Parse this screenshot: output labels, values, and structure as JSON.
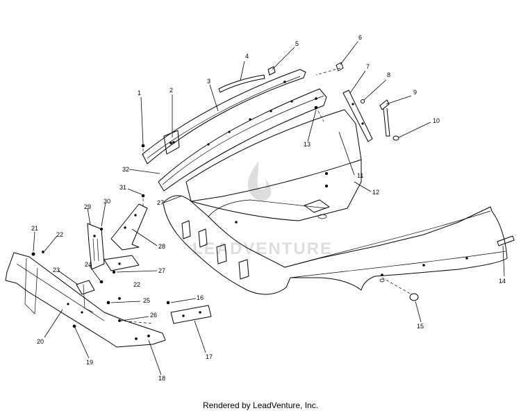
{
  "watermark": {
    "text": "LEADVENTURE"
  },
  "footer": {
    "credit": "Rendered by LeadVenture, Inc."
  },
  "callouts": [
    {
      "id": "c1",
      "label": "1"
    },
    {
      "id": "c2",
      "label": "2"
    },
    {
      "id": "c3",
      "label": "3"
    },
    {
      "id": "c4",
      "label": "4"
    },
    {
      "id": "c5",
      "label": "5"
    },
    {
      "id": "c6",
      "label": "6"
    },
    {
      "id": "c7",
      "label": "7"
    },
    {
      "id": "c8",
      "label": "8"
    },
    {
      "id": "c9",
      "label": "9"
    },
    {
      "id": "c10",
      "label": "10"
    },
    {
      "id": "c11",
      "label": "11"
    },
    {
      "id": "c12",
      "label": "12"
    },
    {
      "id": "c13",
      "label": "13"
    },
    {
      "id": "c14",
      "label": "14"
    },
    {
      "id": "c15",
      "label": "15"
    },
    {
      "id": "c16",
      "label": "16"
    },
    {
      "id": "c17",
      "label": "17"
    },
    {
      "id": "c18",
      "label": "18"
    },
    {
      "id": "c19",
      "label": "19"
    },
    {
      "id": "c20",
      "label": "20"
    },
    {
      "id": "c21",
      "label": "21"
    },
    {
      "id": "c22a",
      "label": "22"
    },
    {
      "id": "c22b",
      "label": "22"
    },
    {
      "id": "c23",
      "label": "23"
    },
    {
      "id": "c24",
      "label": "24"
    },
    {
      "id": "c25",
      "label": "25"
    },
    {
      "id": "c26",
      "label": "26"
    },
    {
      "id": "c27a",
      "label": "27"
    },
    {
      "id": "c27b",
      "label": "27"
    },
    {
      "id": "c28",
      "label": "28"
    },
    {
      "id": "c29",
      "label": "29"
    },
    {
      "id": "c30",
      "label": "30"
    },
    {
      "id": "c31",
      "label": "31"
    },
    {
      "id": "c32",
      "label": "32"
    }
  ]
}
